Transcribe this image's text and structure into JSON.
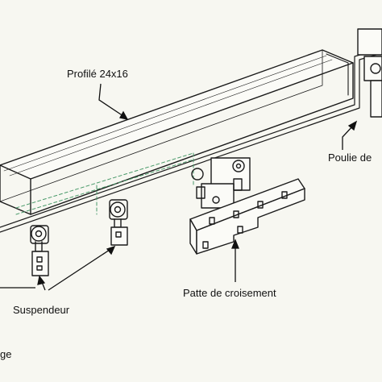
{
  "labels": {
    "profile": "Profilé 24x16",
    "pulley": "Poulie de",
    "crossing_tab": "Patte de croisement",
    "hanger": "Suspendeur",
    "bottom_fragment": "ge"
  },
  "colors": {
    "background": "#f7f7f1",
    "line": "#1a1a1a",
    "dashed_guide": "#4a9a6a"
  }
}
